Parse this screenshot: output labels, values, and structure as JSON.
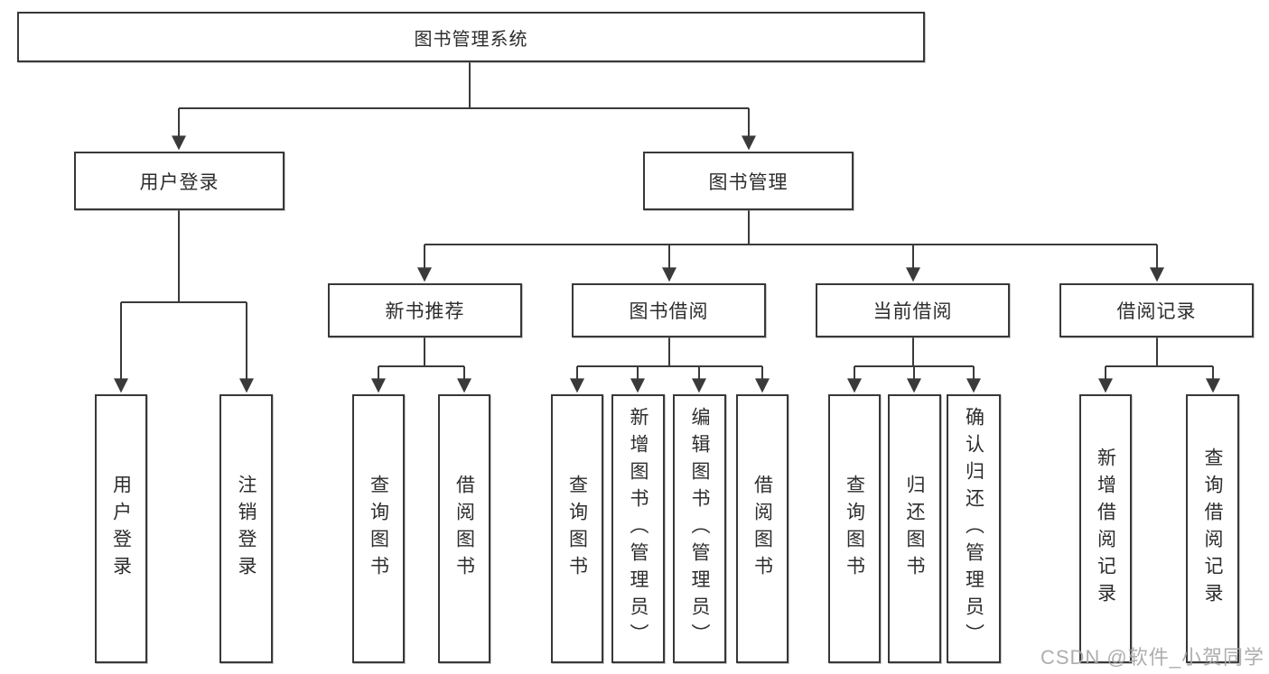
{
  "diagram": {
    "type": "function-structure-tree",
    "tree": {
      "label": "图书管理系统",
      "children": [
        {
          "label": "用户登录",
          "children": [
            {
              "label": "用户登录"
            },
            {
              "label": "注销登录"
            }
          ]
        },
        {
          "label": "图书管理",
          "children": [
            {
              "label": "新书推荐",
              "children": [
                {
                  "label": "查询图书"
                },
                {
                  "label": "借阅图书"
                }
              ]
            },
            {
              "label": "图书借阅",
              "children": [
                {
                  "label": "查询图书"
                },
                {
                  "label": "新增图书（管理员）"
                },
                {
                  "label": "编辑图书（管理员）"
                },
                {
                  "label": "借阅图书"
                }
              ]
            },
            {
              "label": "当前借阅",
              "children": [
                {
                  "label": "查询图书"
                },
                {
                  "label": "归还图书"
                },
                {
                  "label": "确认归还（管理员）"
                }
              ]
            },
            {
              "label": "借阅记录",
              "children": [
                {
                  "label": "新增借阅记录"
                },
                {
                  "label": "查询借阅记录"
                }
              ]
            }
          ]
        }
      ]
    },
    "colors": {
      "line": "#3a3a3a",
      "box_border": "#383838",
      "text": "#2d2d2d",
      "watermark": "#a6a6a6",
      "background": "#ffffff"
    }
  },
  "watermark": {
    "text": "CSDN @软件_小贺同学"
  }
}
